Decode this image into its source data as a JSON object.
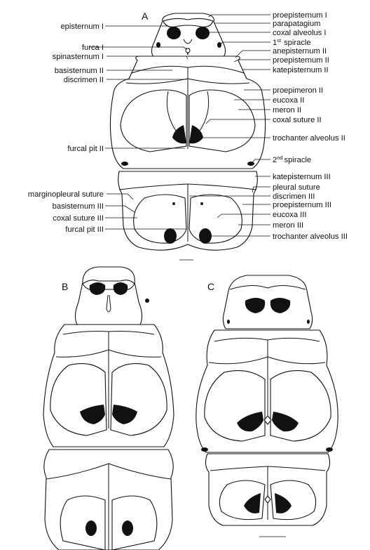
{
  "panels": {
    "a": "A",
    "b": "B",
    "c": "C"
  },
  "labels_left": [
    "episternum I",
    "furca I",
    "spinasternum I",
    "basisternum II",
    "discrimen II",
    "furcal pit II",
    "marginopleural suture",
    "basisternum III",
    "coxal suture III",
    "furcal pit III"
  ],
  "labels_right": [
    "proepisternum I",
    "parapatagium",
    "coxal alveolus I",
    "spiracle",
    "anepisternum II",
    "proepisternum II",
    "katepisternum II",
    "proepimeron II",
    "eucoxa II",
    "meron II",
    "coxal suture II",
    "trochanter alveolus II",
    "spiracle",
    "katepisternum III",
    "pleural suture",
    "discrimen III",
    "proepisternum III",
    "eucoxa III",
    "meron III",
    "trochanter alveolus III"
  ],
  "spiracle_1": {
    "num": "1",
    "sup": "st"
  },
  "spiracle_2": {
    "num": "2",
    "sup": "nd"
  }
}
